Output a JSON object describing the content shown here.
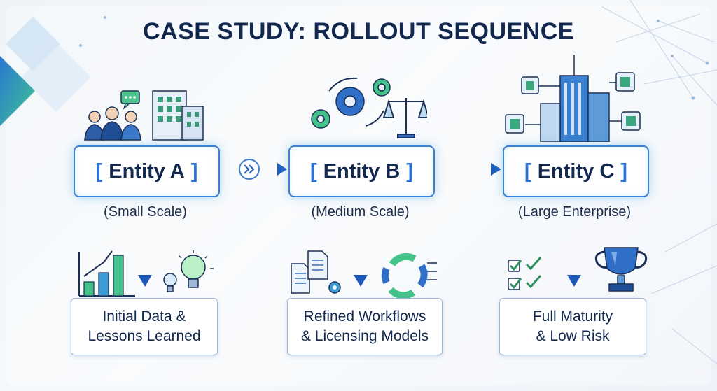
{
  "title": "CASE STUDY: ROLLOUT SEQUENCE",
  "entities": [
    {
      "bracket_open": "[",
      "name": "Entity A",
      "bracket_close": "]",
      "scale": "(Small Scale)",
      "outcome_line1": "Initial Data &",
      "outcome_line2": "Lessons Learned"
    },
    {
      "bracket_open": "[",
      "name": "Entity B",
      "bracket_close": "]",
      "scale": "(Medium Scale)",
      "outcome_line1": "Refined Workflows",
      "outcome_line2": "& Licensing Models"
    },
    {
      "bracket_open": "[",
      "name": "Entity C",
      "bracket_close": "]",
      "scale": "(Large Enterprise)",
      "outcome_line1": "Full Maturity",
      "outcome_line2": "& Low Risk"
    }
  ],
  "icons": {
    "a_top": [
      "people-icon",
      "chat-bubble-icon",
      "office-buildings-icon"
    ],
    "b_top": [
      "gears-icon",
      "scales-icon"
    ],
    "c_top": [
      "skyscraper-network-icon"
    ],
    "a_bottom": [
      "bar-chart-icon",
      "lightbulb-icon"
    ],
    "b_bottom": [
      "documents-icon",
      "cycle-icon"
    ],
    "c_bottom": [
      "checklist-icon",
      "trophy-icon"
    ]
  },
  "colors": {
    "title": "#13284f",
    "accent_blue": "#2a72d6",
    "accent_green": "#3fc47e",
    "box_border": "#3f7fd0"
  }
}
